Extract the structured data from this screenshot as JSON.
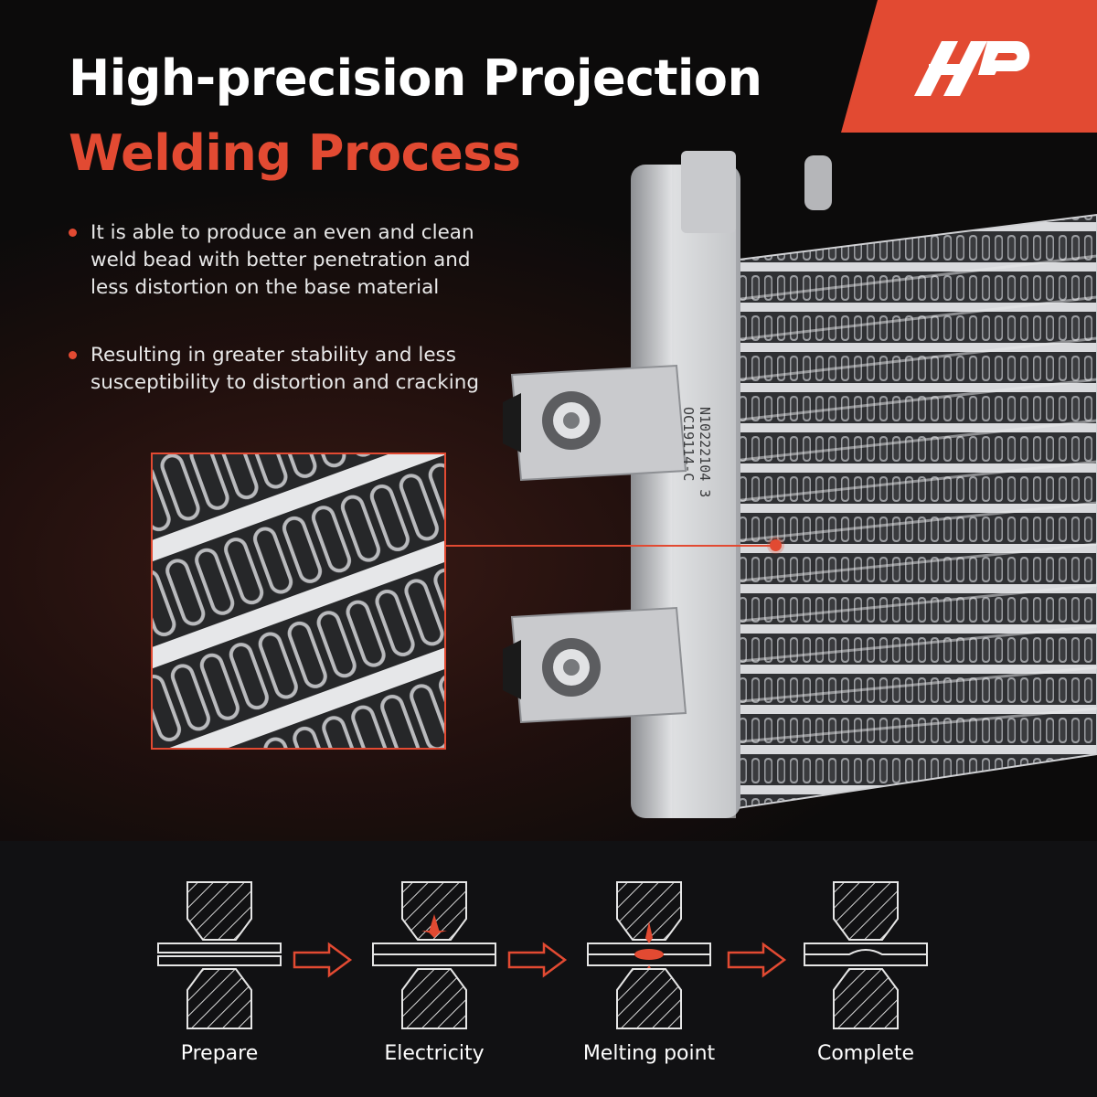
{
  "headline": {
    "line1": "High-precision Projection",
    "line2": "Welding Process"
  },
  "bullets": [
    "It is able to produce an even and clean weld bead with better penetration and less distortion on the base material",
    "Resulting in greater stability and less susceptibility to distortion and cracking"
  ],
  "product": {
    "stamp_line1": "N10222104 3",
    "stamp_line2": "OC19114-C"
  },
  "process_steps": [
    {
      "label": "Prepare"
    },
    {
      "label": "Electricity"
    },
    {
      "label": "Melting point"
    },
    {
      "label": "Complete"
    }
  ],
  "colors": {
    "accent": "#e24a32",
    "background": "#0b0b0c",
    "text": "#ffffff"
  },
  "icons": [
    "logo-icon",
    "arrow-right-icon",
    "spark-icon",
    "bullet-dot-icon"
  ]
}
